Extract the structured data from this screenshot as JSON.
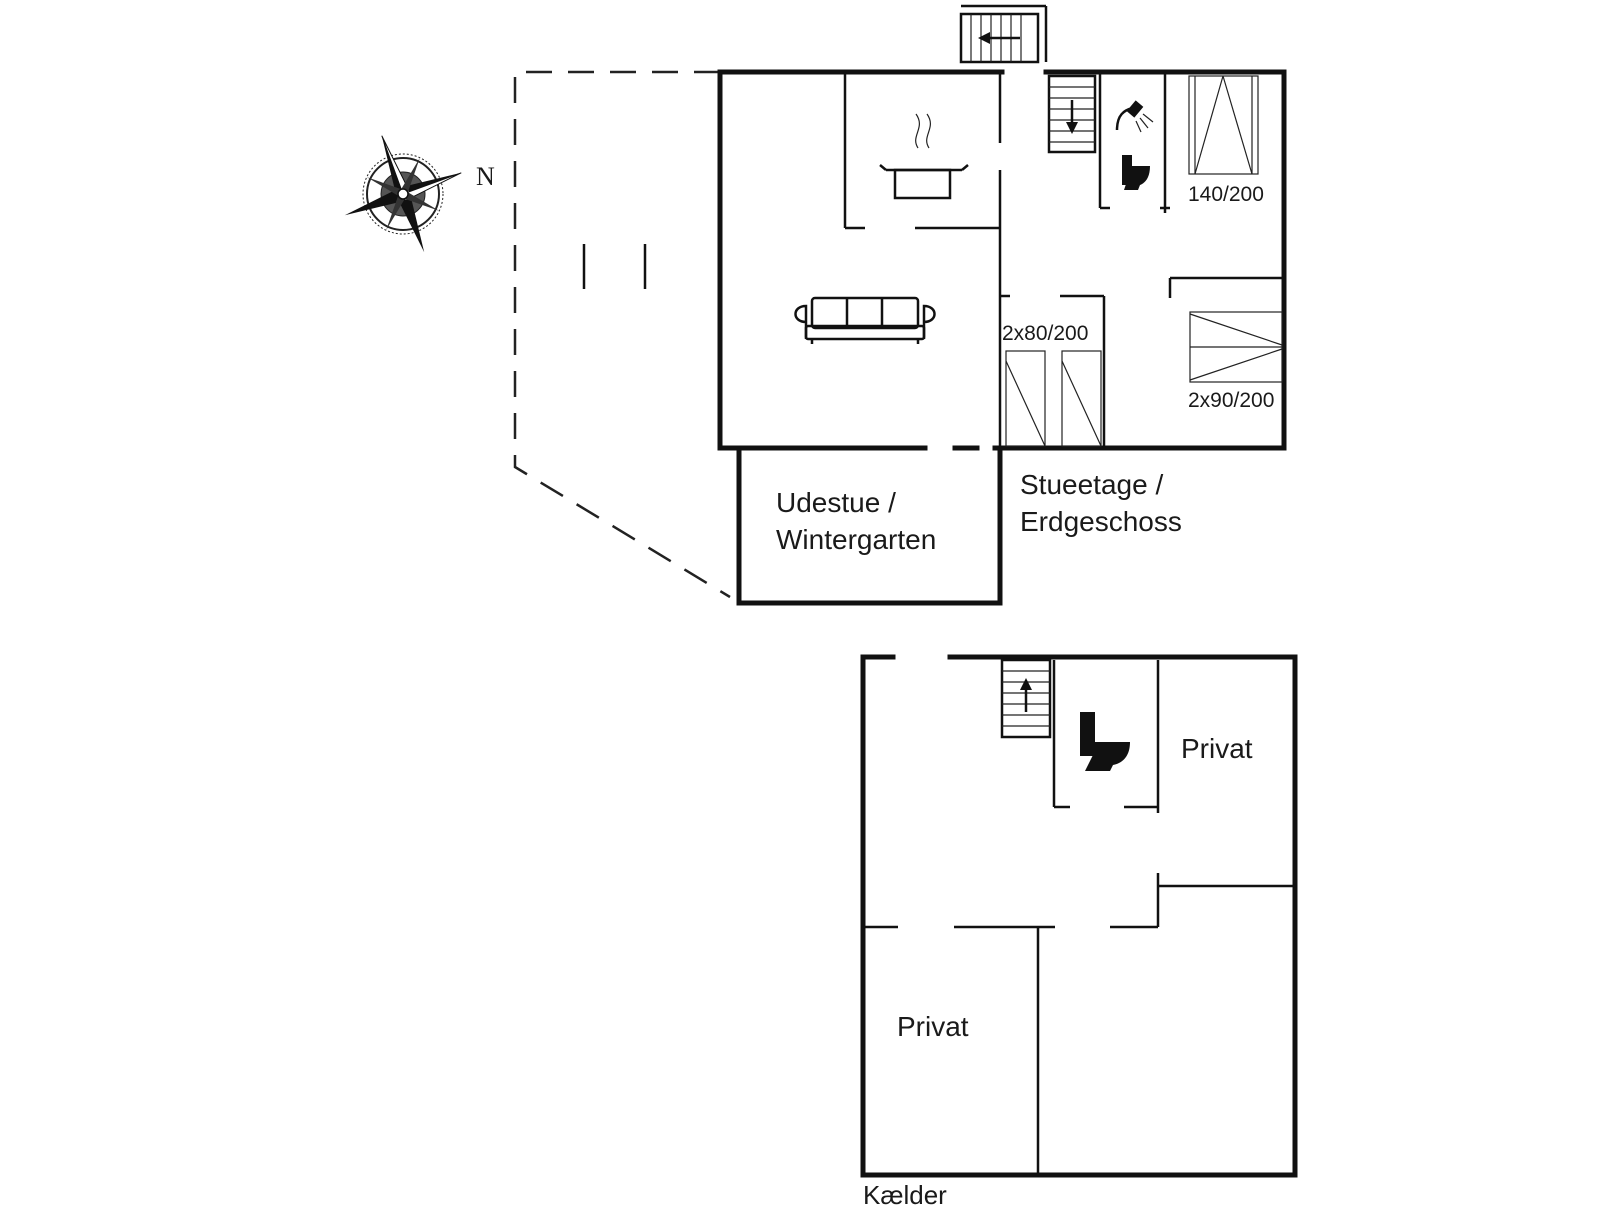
{
  "labels": {
    "north": "N",
    "ground_floor_da": "Stueetage /",
    "ground_floor_de": "Erdgeschoss",
    "conservatory_da": "Udestue /",
    "conservatory_de": "Wintergarten",
    "basement": "Kælder",
    "private_1": "Privat",
    "private_2": "Privat"
  },
  "beds": {
    "double": "140/200",
    "twin_a": "2x80/200",
    "twin_b": "2x90/200"
  },
  "icons": [
    "compass-rose-icon",
    "stairs-icon",
    "shower-icon",
    "toilet-icon",
    "cooking-pot-icon",
    "sofa-icon",
    "bed-icon"
  ],
  "colors": {
    "line": "#111111",
    "background": "#ffffff"
  }
}
